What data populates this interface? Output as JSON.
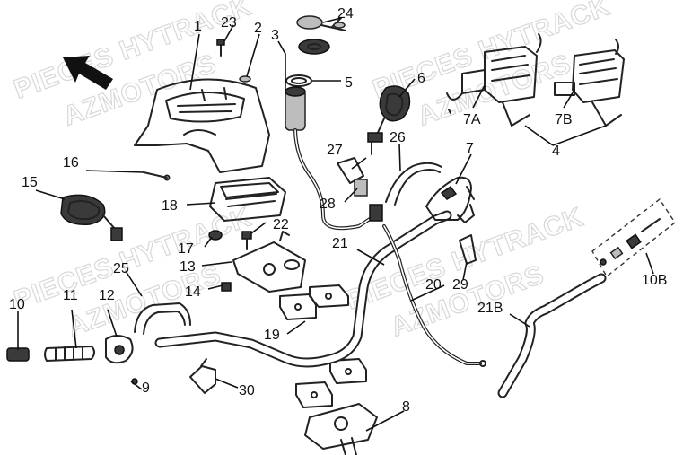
{
  "watermark": {
    "brand_top": "PIECES HYTRACK",
    "brand_bottom": "AZMOTORS"
  },
  "callouts": {
    "c1": "1",
    "c2": "2",
    "c3": "3",
    "c4": "4",
    "c5": "5",
    "c6": "6",
    "c7": "7",
    "c7a": "7A",
    "c7b": "7B",
    "c8": "8",
    "c9": "9",
    "c10": "10",
    "c10b": "10B",
    "c11": "11",
    "c12": "12",
    "c13": "13",
    "c14": "14",
    "c15": "15",
    "c16": "16",
    "c17": "17",
    "c18": "18",
    "c19": "19",
    "c20": "20",
    "c21": "21",
    "c21b": "21B",
    "c22": "22",
    "c23": "23",
    "c24": "24",
    "c25": "25",
    "c26": "26",
    "c27": "27",
    "c28": "28",
    "c29": "29",
    "c30": "30"
  },
  "icons": {
    "direction_arrow": "front-direction-arrow-icon"
  }
}
